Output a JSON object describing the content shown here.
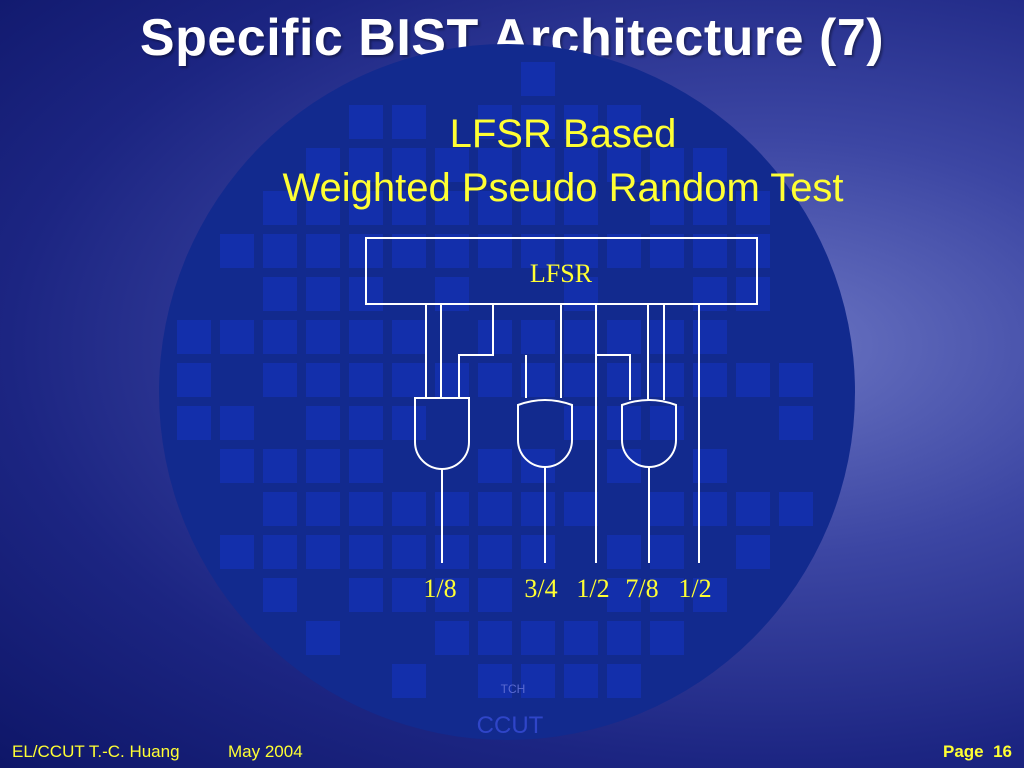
{
  "slide": {
    "title": "Specific BIST Architecture (7)",
    "subtitle_line1": "LFSR Based",
    "subtitle_line2": "Weighted Pseudo Random Test"
  },
  "diagram": {
    "lfsr_label": "LFSR",
    "output_weights": [
      "1/8",
      "3/4",
      "1/2",
      "7/8",
      "1/2"
    ],
    "wafer_labels": [
      "TCH",
      "CCUT"
    ]
  },
  "footer": {
    "author": "EL/CCUT T.-C. Huang",
    "date": "May 2004",
    "page_label": "Page",
    "page_number": "16"
  },
  "colors": {
    "background": "#1c2582",
    "title": "#ffffff",
    "subtitle": "#ffff33",
    "lines": "#ffffff",
    "wafer_tile": "#1431b4"
  }
}
